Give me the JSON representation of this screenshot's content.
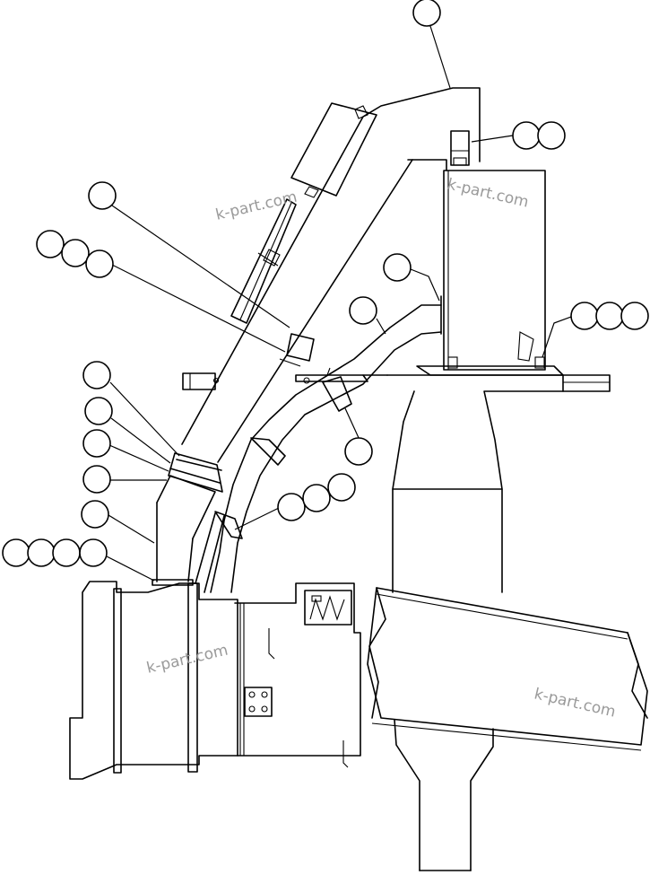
{
  "watermark": {
    "text": "k-part.com",
    "color": "#9a9a9a",
    "instances": 4
  },
  "callouts": {
    "style": "blank circular reference balloons with leader lines",
    "groups": [
      {
        "id": "top",
        "count": 1
      },
      {
        "id": "upper-right",
        "count": 2
      },
      {
        "id": "upper-left-single",
        "count": 1
      },
      {
        "id": "upper-left-triple",
        "count": 3
      },
      {
        "id": "mid-right-a",
        "count": 1
      },
      {
        "id": "mid-right-b",
        "count": 1
      },
      {
        "id": "far-right",
        "count": 3
      },
      {
        "id": "left-stack",
        "count": 5
      },
      {
        "id": "clamp-right",
        "count": 1
      },
      {
        "id": "lower-middle",
        "count": 3
      },
      {
        "id": "bottom-left",
        "count": 4
      }
    ]
  },
  "colors": {
    "line": "#000000",
    "background": "#ffffff"
  }
}
